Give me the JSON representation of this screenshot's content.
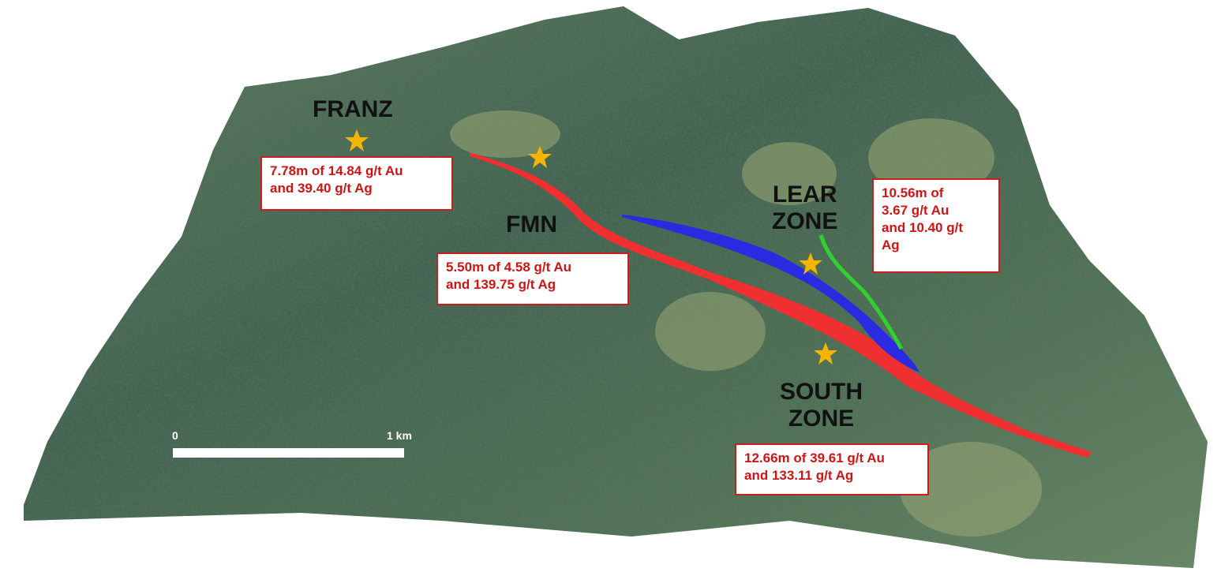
{
  "map": {
    "zones": {
      "franz": "FRANZ",
      "fmn": "FMN",
      "lear_line1": "LEAR",
      "lear_line2": "ZONE",
      "south_line1": "SOUTH",
      "south_line2": "ZONE"
    },
    "intercepts": {
      "franz": [
        "7.78m of 14.84 g/t Au",
        "and 39.40 g/t Ag"
      ],
      "fmn": [
        "5.50m of 4.58 g/t Au",
        "and 139.75 g/t Ag"
      ],
      "lear": [
        "10.56m of",
        "3.67 g/t Au",
        "and 10.40 g/t",
        "Ag"
      ],
      "south": [
        "12.66m of 39.61 g/t Au",
        "and 133.11 g/t Ag"
      ]
    },
    "scale": {
      "start": "0",
      "end": "1 km"
    },
    "colors": {
      "red_vein": "#f03030",
      "blue_vein": "#2a2ae0",
      "green_vein": "#30d030",
      "star": "#f5b400",
      "label_text": "#d01414"
    }
  }
}
